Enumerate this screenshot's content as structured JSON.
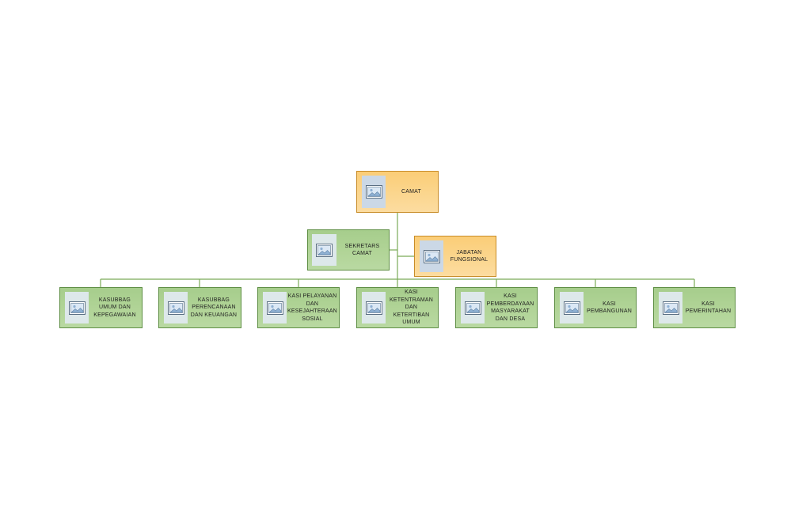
{
  "colors": {
    "connector": "#7aab57",
    "head_fill": "#fbd68e",
    "unit_fill": "#b1d497"
  },
  "chart": {
    "head": {
      "label": "CAMAT",
      "icon": "image-placeholder-icon"
    },
    "staff": [
      {
        "id": "sekretaris",
        "label": "SEKRETARS\nCAMAT",
        "icon": "image-placeholder-icon"
      },
      {
        "id": "fungsional",
        "label": "JABATAN\nFUNGSIONAL",
        "icon": "image-placeholder-icon"
      }
    ],
    "units": [
      {
        "id": "umum",
        "label": "KASUBBAG\nUMUM DAN\nKEPEGAWAIAN",
        "icon": "image-placeholder-icon"
      },
      {
        "id": "perencanaan",
        "label": "KASUBBAG\nPERENCANAAN\nDAN KEUANGAN",
        "icon": "image-placeholder-icon"
      },
      {
        "id": "pelayanan",
        "label": "KASI PELAYANAN\nDAN\nKESEJAHTERAAN\nSOSIAL",
        "icon": "image-placeholder-icon"
      },
      {
        "id": "ketentraman",
        "label": "KASI\nKETENTRAMAN\nDAN KETERTIBAN\nUMUM",
        "icon": "image-placeholder-icon"
      },
      {
        "id": "pemberdayaan",
        "label": "KASI\nPEMBERDAYAAN\nMASYARAKAT\nDAN DESA",
        "icon": "image-placeholder-icon"
      },
      {
        "id": "pembangunan",
        "label": "KASI\nPEMBANGUNAN",
        "icon": "image-placeholder-icon"
      },
      {
        "id": "pemerintahan",
        "label": "KASI\nPEMERINTAHAN",
        "icon": "image-placeholder-icon"
      }
    ]
  }
}
